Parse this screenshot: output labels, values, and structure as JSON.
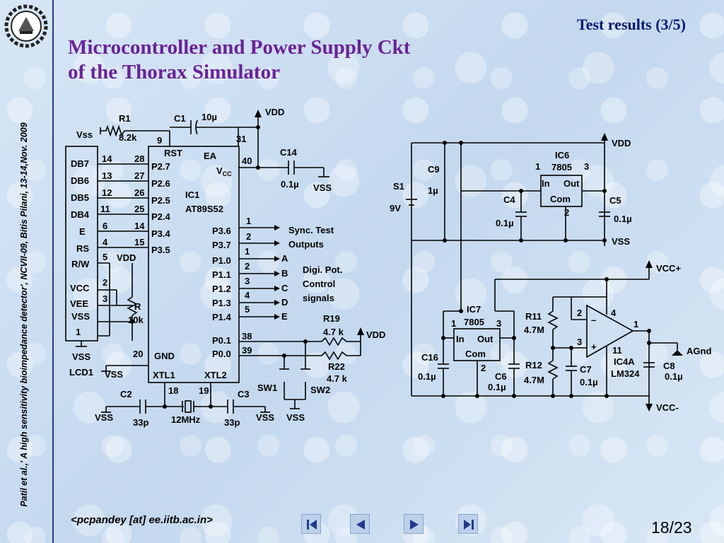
{
  "sidebar": {
    "citation": "Patil et al.,' A high sensitivity bioimpedance detector',  NCVII-09, Bitis Pilani, 13-14,Nov. 2009"
  },
  "header": {
    "section": "Test results (3/5)"
  },
  "title": {
    "line1": "Microcontroller and Power Supply Ckt",
    "line2": "of the Thorax Simulator"
  },
  "circuit": {
    "r1": "R1",
    "r1_val": "8.2k",
    "c1": "C1",
    "c1_val": "10µ",
    "vdd": "VDD",
    "vss": "Vss",
    "pin9": "9",
    "pin31": "31",
    "rst": "RST",
    "ea": "EA",
    "pin40": "40",
    "vcc": "V",
    "c14": "C14",
    "c14_val": "0.1µ",
    "vss2": "VSS",
    "lcd_db7": "DB7",
    "lcd_db6": "DB6",
    "lcd_db5": "DB5",
    "lcd_db4": "DB4",
    "lcd_e": "E",
    "lcd_rs": "RS",
    "lcd_rw": "R/W",
    "lcd_vcc": "VCC",
    "lcd_vee": "VEE",
    "lcd_vss": "VSS",
    "lcd_1": "1",
    "lcd_vss_out": "VSS",
    "lcd_name": "LCD1",
    "n14": "14",
    "n13": "13",
    "n12": "12",
    "n11": "11",
    "n6": "6",
    "n4": "4",
    "n5": "5",
    "n2": "2",
    "n3": "3",
    "p28": "28",
    "p27": "27",
    "p26": "26",
    "p25": "25",
    "p14": "14",
    "p15": "15",
    "p27l": "P2.7",
    "p26l": "P2.6",
    "p25l": "P2.5",
    "p24l": "P2.4",
    "p34l": "P3.4",
    "p35l": "P3.5",
    "vdd_lcd": "VDD",
    "r_pot": "R",
    "r_pot_val": "10k",
    "ic1": "IC1",
    "ic1_name": "AT89S52",
    "p36": "P3.6",
    "p37": "P3.7",
    "p10": "P1.0",
    "p11": "P1.1",
    "p12": "P1.2",
    "p13": "P1.3",
    "p14b": "P1.4",
    "p01": "P0.1",
    "p00": "P0.0",
    "gnd": "GND",
    "xtl1": "XTL1",
    "xtl2": "XTL2",
    "pin20": "20",
    "pin18": "18",
    "pin19": "19",
    "pin38": "38",
    "pin39": "39",
    "o1": "1",
    "o2": "2",
    "o1b": "1",
    "o2b": "2",
    "o3b": "3",
    "o4b": "4",
    "o5b": "5",
    "sync1": "Sync. Test",
    "sync2": "Outputs",
    "a": "A",
    "b": "B",
    "c": "C",
    "d": "D",
    "e": "E",
    "digi1": "Digi. Pot.",
    "digi2": "Control",
    "digi3": "signals",
    "r19": "R19",
    "r19_val": "4.7 k",
    "r22": "R22",
    "r22_val": "4.7 k",
    "vdd_r": "VDD",
    "sw1": "SW1",
    "sw2": "SW2",
    "vss_sw1": "VSS",
    "vss_sw2": "VSS",
    "c2": "C2",
    "c2_val": "33p",
    "c3": "C3",
    "c3_val": "33p",
    "xtal": "12MHz",
    "vss_c2": "VSS",
    "vss_gnd": "VSS",
    "c9": "C9",
    "c9_val": "1µ",
    "s1": "S1",
    "bat": "9V",
    "ic6": "IC6",
    "ic6_name": "7805",
    "in6": "In",
    "out6": "Out",
    "com6": "Com",
    "pin1_6": "1",
    "pin3_6": "3",
    "pin2_6": "2",
    "c4": "C4",
    "c4_val": "0.1µ",
    "c5": "C5",
    "c5_val": "0.1µ",
    "vdd_ps": "VDD",
    "vss_ps": "VSS",
    "vccp": "VCC+",
    "vccm": "VCC-",
    "agnd": "AGnd",
    "ic7": "IC7",
    "ic7_name": "7805",
    "in7": "In",
    "out7": "Out",
    "com7": "Com",
    "pin1_7": "1",
    "pin3_7": "3",
    "pin2_7": "2",
    "c16": "C16",
    "c16_val": "0.1µ",
    "c6": "C6",
    "c6_val": "0.1µ",
    "r11": "R11",
    "r11_val": "4.7M",
    "r12": "R12",
    "r12_val": "4.7M",
    "c7": "C7",
    "c7_val": "0.1µ",
    "ic4a": "IC4A",
    "ic4a_name": "LM324",
    "c8": "C8",
    "c8_val": "0.1µ",
    "op2": "2",
    "op3": "3",
    "op4": "4",
    "op11": "11",
    "op1": "1",
    "opm": "–",
    "opp": "+"
  },
  "footer": {
    "email": "<pcpandey [at] ee.iitb.ac.in>",
    "page_current": "18",
    "page_sep": "/",
    "page_total": "23",
    "nav_first_icon": "first-page-icon",
    "nav_prev_icon": "previous-page-icon",
    "nav_next_icon": "next-page-icon",
    "nav_last_icon": "last-page-icon"
  }
}
